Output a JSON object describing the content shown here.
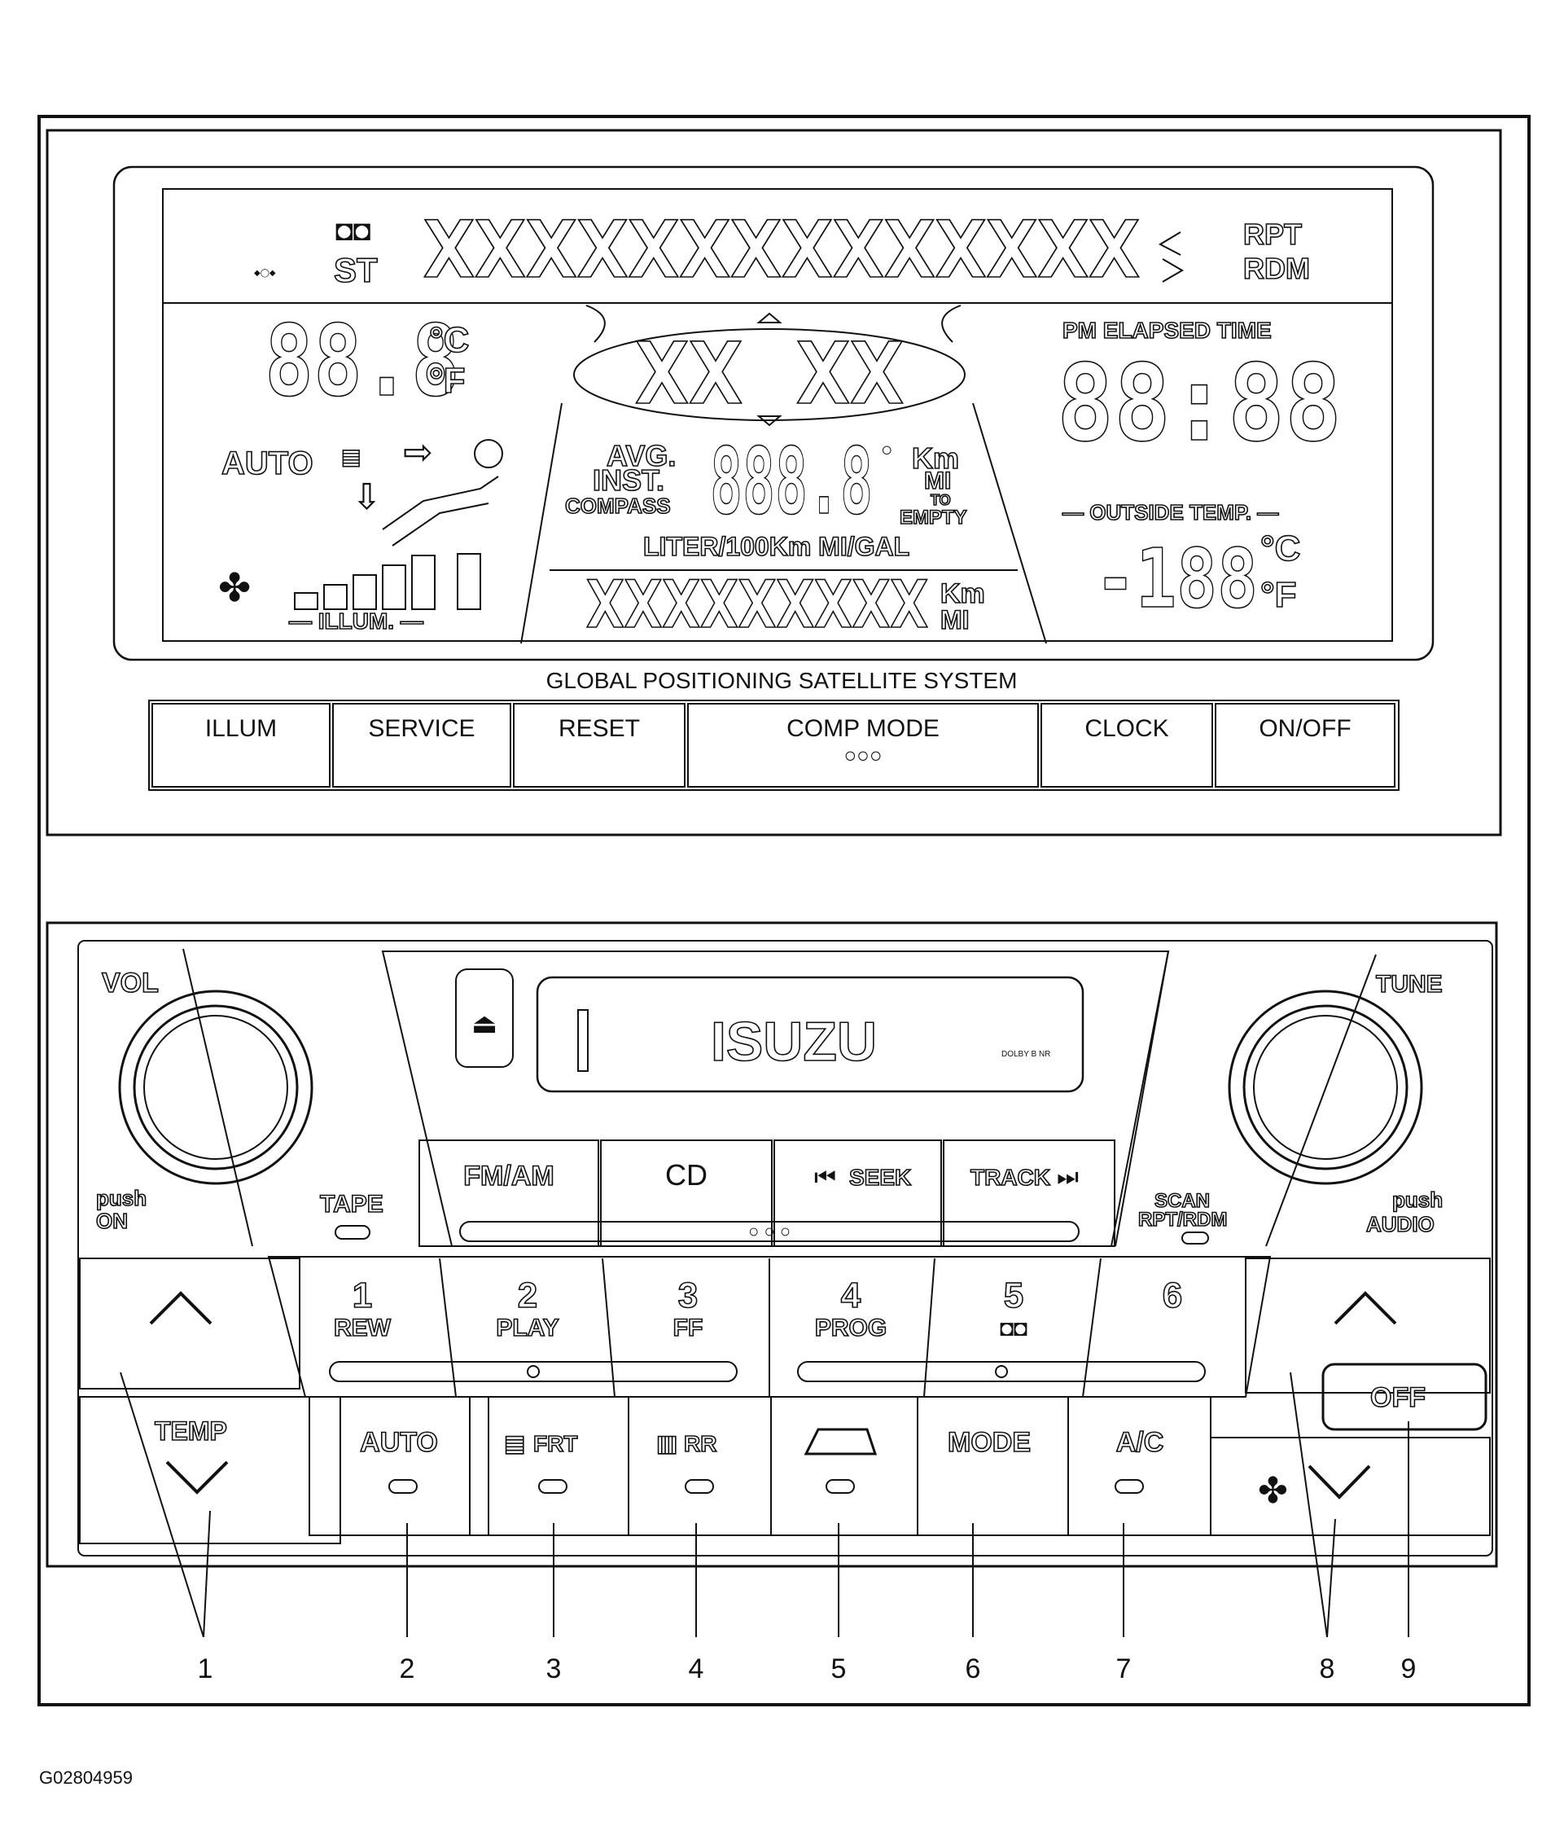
{
  "lcd": {
    "stereo": "ST",
    "segment_text": "XXXXXXXXXXXXXX",
    "repeat": "RPT",
    "random": "RDM",
    "temp_value": "88.8",
    "temp_c": "°C",
    "temp_f": "°F",
    "auto": "AUTO",
    "compass_value": "XX XX",
    "pm_elapsed": "PM ELAPSED TIME",
    "clock": "88:88",
    "avg": "AVG.",
    "inst": "INST.",
    "compass": "COMPASS",
    "trip_value": "888.8",
    "km": "Km",
    "mi": "MI",
    "to": "TO",
    "empty": "EMPTY",
    "liter": "LITER/100Km MI/GAL",
    "outside_temp": "— OUTSIDE TEMP. —",
    "outside_value": "-188",
    "odometer": "XXXXXXXXX",
    "odo_km": "Km",
    "odo_mi": "MI",
    "illum": "— ILLUM. —"
  },
  "gps_title": "GLOBAL POSITIONING SATELLITE SYSTEM",
  "gps_buttons": [
    "ILLUM",
    "SERVICE",
    "RESET",
    "COMP   MODE",
    "CLOCK",
    "ON/OFF"
  ],
  "gps_mode_dots": "○○○",
  "radio": {
    "vol": "VOL",
    "tune": "TUNE",
    "push_on_1": "push",
    "push_on_2": "ON",
    "push_audio_1": "push",
    "push_audio_2": "AUDIO",
    "tape": "TAPE",
    "brand": "ISUZU",
    "dolby": "DOLBY B NR",
    "fm_am": "FM/AM",
    "cd": "CD",
    "seek": "SEEK",
    "track": "TRACK",
    "scan": "SCAN",
    "rpt_rdm": "RPT/RDM",
    "center_dots": "○ ○ ○",
    "presets": [
      {
        "num": "1",
        "label": "REW"
      },
      {
        "num": "2",
        "label": "PLAY"
      },
      {
        "num": "3",
        "label": "FF"
      },
      {
        "num": "4",
        "label": "PROG"
      },
      {
        "num": "5",
        "label": ""
      },
      {
        "num": "6",
        "label": ""
      }
    ]
  },
  "climate": {
    "temp": "TEMP",
    "auto": "AUTO",
    "frt": "FRT",
    "rr": "RR",
    "mode": "MODE",
    "ac": "A/C",
    "off": "OFF"
  },
  "callouts": [
    "1",
    "2",
    "3",
    "4",
    "5",
    "6",
    "7",
    "8",
    "9"
  ],
  "figure_id": "G02804959"
}
